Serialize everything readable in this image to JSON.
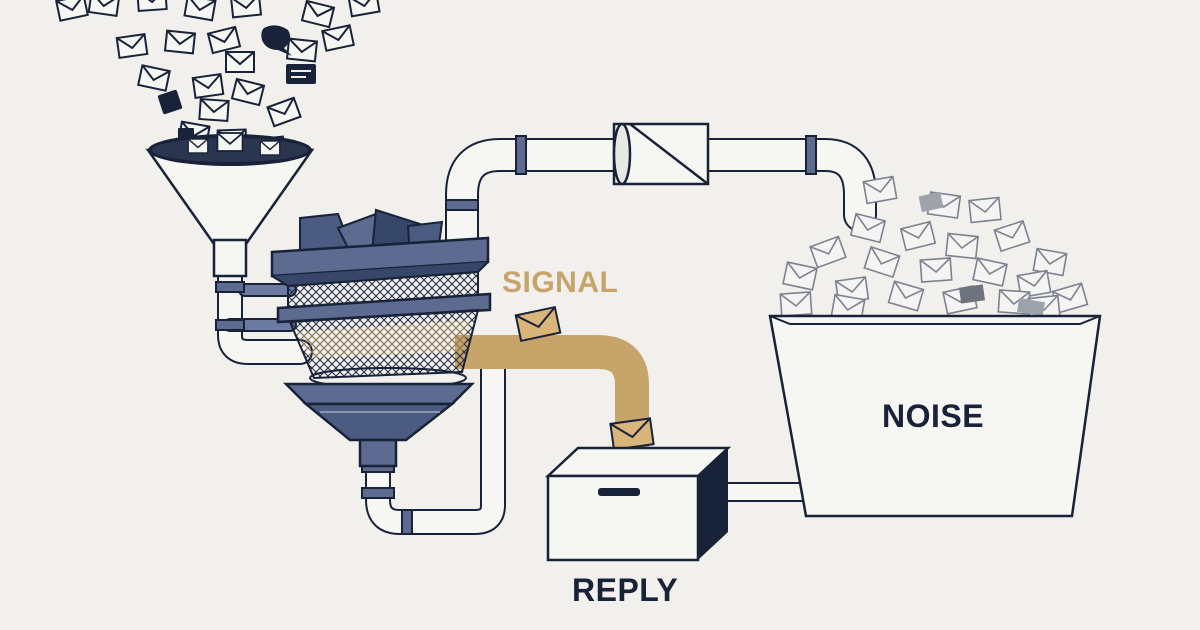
{
  "labels": {
    "signal": "SIGNAL",
    "noise": "NOISE",
    "reply": "REPLY"
  },
  "colors": {
    "background": "#f1f0ec",
    "ink": "#182238",
    "steel": "#5c6b8f",
    "steel_dark": "#36476a",
    "signal_gold": "#c7a46a",
    "noise_gray": "#9ea3ab"
  },
  "icons": {
    "incoming": "envelope-icon",
    "chat": "chat-bubble-icon",
    "funnel": "funnel-icon",
    "filter": "sieve-icon",
    "valve": "valve-icon",
    "bin": "bin-icon",
    "box": "reply-box-icon"
  }
}
